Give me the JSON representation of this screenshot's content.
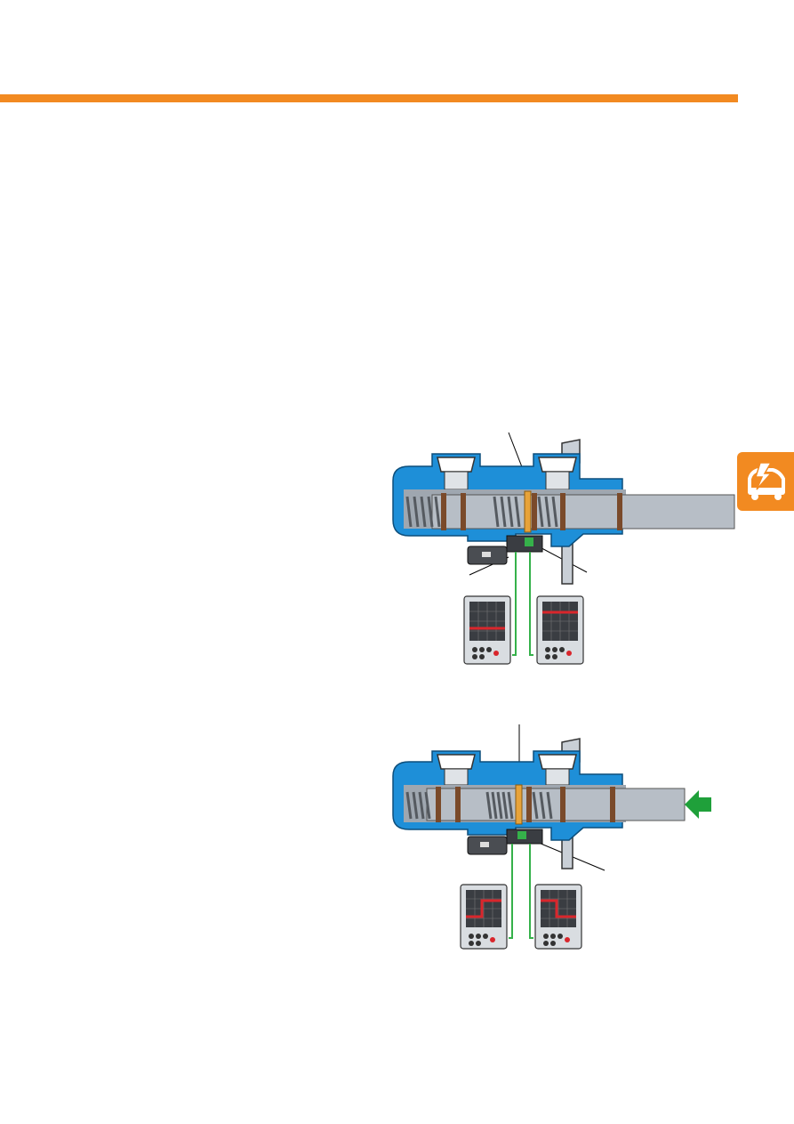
{
  "header": {
    "accent_color": "#f28a21"
  },
  "side_tab": {
    "icon": "car-electrical-lightning-icon",
    "color": "#f28a21"
  },
  "figures": [
    {
      "id": "brake-switch-not-actuated",
      "description_icons": [
        "master-cylinder-cutaway",
        "hall-sensor",
        "oscilloscope-left",
        "oscilloscope-right"
      ],
      "scope_signals": [
        "flat-low",
        "flat-high"
      ]
    },
    {
      "id": "brake-switch-actuated",
      "description_icons": [
        "master-cylinder-cutaway",
        "hall-sensor",
        "oscilloscope-left",
        "oscilloscope-right",
        "push-arrow"
      ],
      "scope_signals": [
        "step-up",
        "step-down"
      ],
      "arrow_color": "#1fa03a"
    }
  ],
  "colors": {
    "housing": "#1e8fd8",
    "rod": "#b7bec6",
    "spring": "#555a60",
    "magnet": "#e7a33a",
    "signal": "#d9262c",
    "wire": "#35b14a"
  }
}
